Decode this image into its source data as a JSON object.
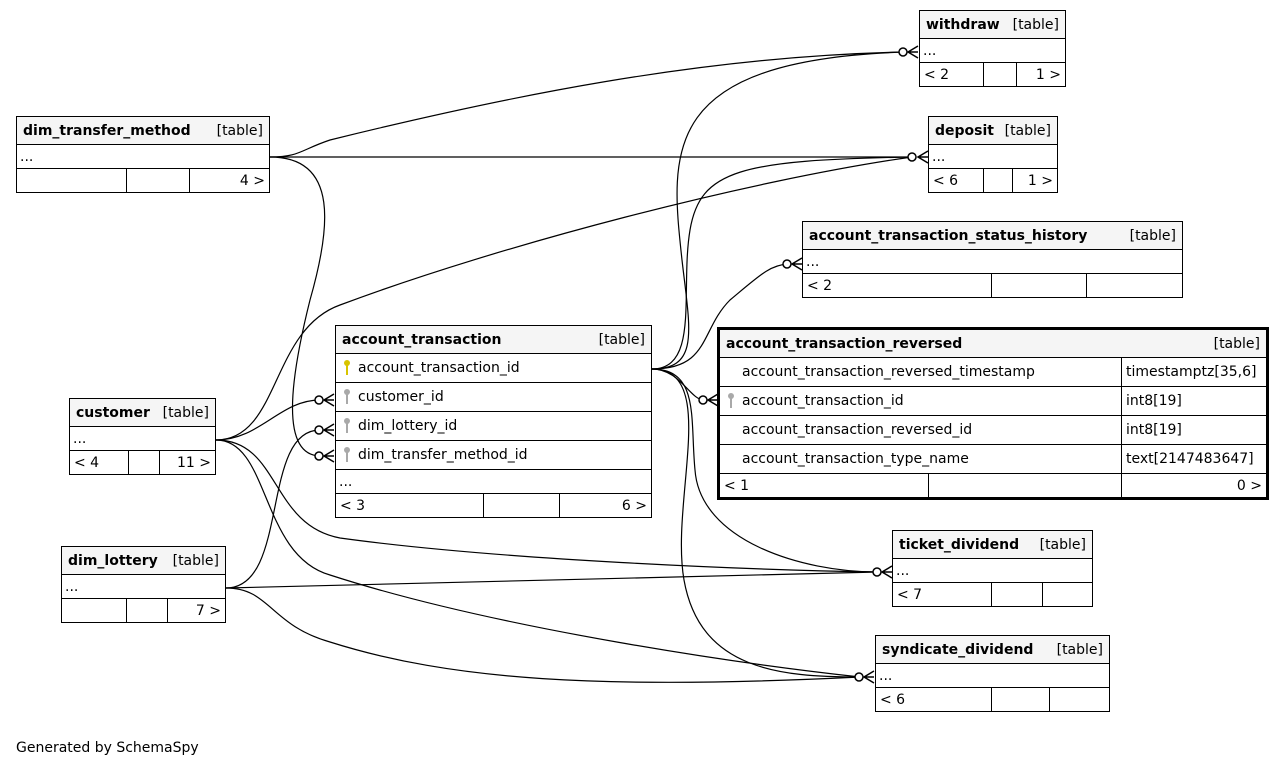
{
  "tables": {
    "withdraw": {
      "name": "withdraw",
      "kind": "[table]",
      "ellipsis": "...",
      "foot_left": "< 2",
      "foot_mid": "",
      "foot_right": "1 >"
    },
    "dim_transfer_method": {
      "name": "dim_transfer_method",
      "kind": "[table]",
      "ellipsis": "...",
      "foot_left": "",
      "foot_mid": "",
      "foot_right": "4 >"
    },
    "deposit": {
      "name": "deposit",
      "kind": "[table]",
      "ellipsis": "...",
      "foot_left": "< 6",
      "foot_mid": "",
      "foot_right": "1 >"
    },
    "account_transaction_status_history": {
      "name": "account_transaction_status_history",
      "kind": "[table]",
      "ellipsis": "...",
      "foot_left": "< 2",
      "foot_mid": "",
      "foot_right": ""
    },
    "account_transaction": {
      "name": "account_transaction",
      "kind": "[table]",
      "ellipsis": "...",
      "columns": [
        "account_transaction_id",
        "customer_id",
        "dim_lottery_id",
        "dim_transfer_method_id"
      ],
      "foot_left": "< 3",
      "foot_mid": "",
      "foot_right": "6 >"
    },
    "account_transaction_reversed": {
      "name": "account_transaction_reversed",
      "kind": "[table]",
      "columns": [
        {
          "name": "account_transaction_reversed_timestamp",
          "type": "timestamptz[35,6]"
        },
        {
          "name": "account_transaction_id",
          "type": "int8[19]"
        },
        {
          "name": "account_transaction_reversed_id",
          "type": "int8[19]"
        },
        {
          "name": "account_transaction_type_name",
          "type": "text[2147483647]"
        }
      ],
      "foot_left": "< 1",
      "foot_mid": "",
      "foot_right": "0 >"
    },
    "customer": {
      "name": "customer",
      "kind": "[table]",
      "ellipsis": "...",
      "foot_left": "< 4",
      "foot_mid": "",
      "foot_right": "11 >"
    },
    "dim_lottery": {
      "name": "dim_lottery",
      "kind": "[table]",
      "ellipsis": "...",
      "foot_left": "",
      "foot_mid": "",
      "foot_right": "7 >"
    },
    "ticket_dividend": {
      "name": "ticket_dividend",
      "kind": "[table]",
      "ellipsis": "...",
      "foot_left": "< 7",
      "foot_mid": "",
      "foot_right": ""
    },
    "syndicate_dividend": {
      "name": "syndicate_dividend",
      "kind": "[table]",
      "ellipsis": "...",
      "foot_left": "< 6",
      "foot_mid": "",
      "foot_right": ""
    }
  },
  "footer": "Generated by SchemaSpy"
}
